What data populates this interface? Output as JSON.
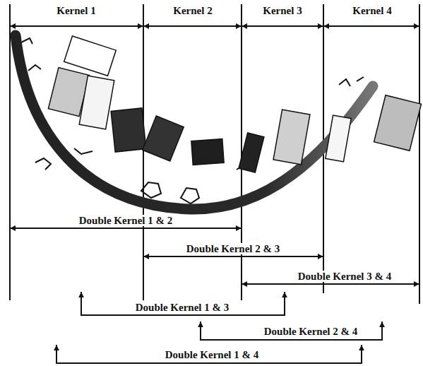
{
  "diagram": {
    "labels": [
      "Kernel 1",
      "Kernel 2",
      "Kernel 3",
      "Kernel 4",
      "Double Kernel 1 & 2",
      "Double Kernel 2 & 3",
      "Double Kernel 3 & 4",
      "Double Kernel 1 & 3",
      "Double Kernel 2 & 4",
      "Double Kernel 1 & 4"
    ]
  }
}
